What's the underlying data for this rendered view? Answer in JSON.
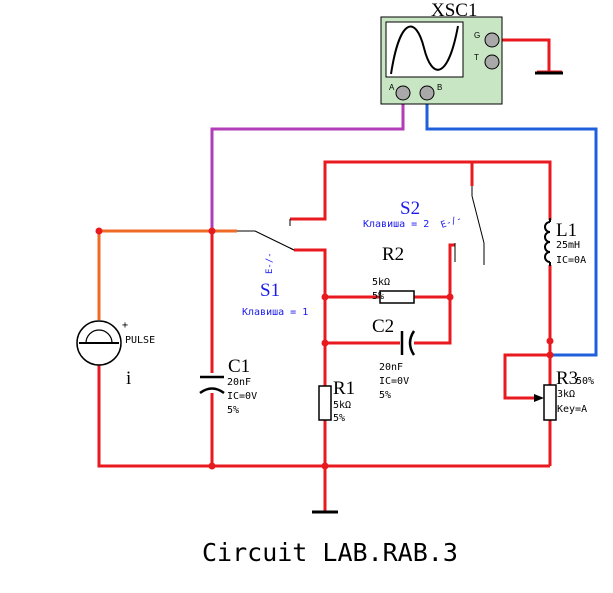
{
  "colors": {
    "wire_red": "#e8191f",
    "wire_orange": "#ef6a25",
    "wire_purple": "#b13db8",
    "wire_blue": "#1f5fdc",
    "component": "#000000",
    "switch_label": "#1a1aee",
    "scope_body": "#c8e6c4",
    "scope_screen": "#ffffff"
  },
  "oscilloscope": {
    "name": "XSC1",
    "terminal_a": "A",
    "terminal_b": "B",
    "terminal_g": "G",
    "terminal_t": "T"
  },
  "components": {
    "source": {
      "label": "i",
      "type": "PULSE",
      "polarity": "+"
    },
    "c1": {
      "name": "C1",
      "value": "20nF",
      "ic": "IC=0V",
      "tol": "5%"
    },
    "r1": {
      "name": "R1",
      "value": "5kΩ",
      "tol": "5%"
    },
    "r2": {
      "name": "R2",
      "value": "5kΩ",
      "tol": "5%"
    },
    "c2": {
      "name": "C2",
      "value": "20nF",
      "ic": "IC=0V",
      "tol": "5%"
    },
    "l1": {
      "name": "L1",
      "value": "25mH",
      "ic": "IC=0A"
    },
    "r3": {
      "name": "R3",
      "pct": "50%",
      "value": "3kΩ",
      "key": "Key=A"
    },
    "s1": {
      "name": "S1",
      "key_label": "Клавиша = 1",
      "key_char": "1"
    },
    "s2": {
      "name": "S2",
      "key_label": "Клавиша = 2",
      "key_char": "2"
    }
  },
  "caption": "Circuit LAB.RAB.3"
}
